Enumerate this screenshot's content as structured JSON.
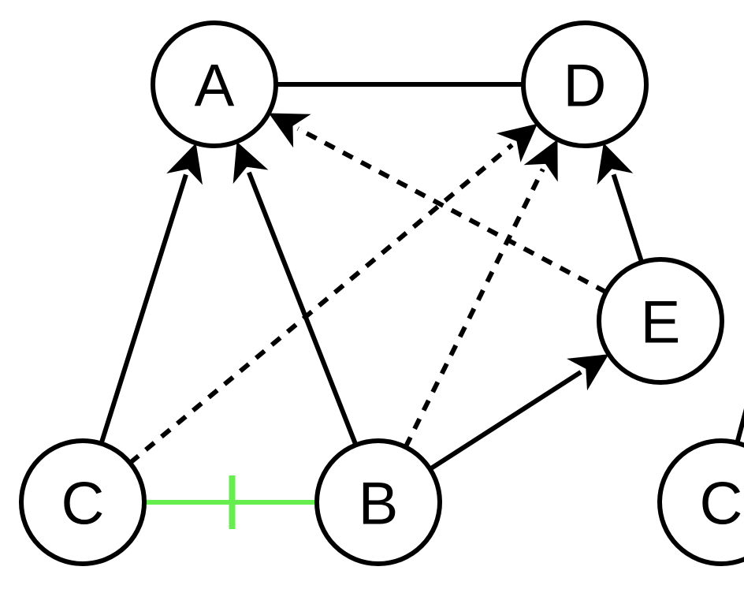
{
  "diagram": {
    "colors": {
      "stroke": "#000000",
      "node_fill": "#ffffff",
      "highlight": "#66ee4f"
    },
    "nodes": [
      {
        "id": "A",
        "label": "A"
      },
      {
        "id": "D",
        "label": "D"
      },
      {
        "id": "E",
        "label": "E"
      },
      {
        "id": "C",
        "label": "C"
      },
      {
        "id": "B",
        "label": "B"
      },
      {
        "id": "C2",
        "label": "C"
      }
    ],
    "edges": [
      {
        "from": "A",
        "to": "D",
        "style": "solid",
        "arrow": false
      },
      {
        "from": "C",
        "to": "A",
        "style": "solid",
        "arrow": true
      },
      {
        "from": "B",
        "to": "A",
        "style": "solid",
        "arrow": true
      },
      {
        "from": "E",
        "to": "A",
        "style": "dashed",
        "arrow": true
      },
      {
        "from": "C",
        "to": "D",
        "style": "dashed",
        "arrow": true
      },
      {
        "from": "B",
        "to": "D",
        "style": "dashed",
        "arrow": true
      },
      {
        "from": "E",
        "to": "D",
        "style": "solid",
        "arrow": true
      },
      {
        "from": "B",
        "to": "E",
        "style": "solid",
        "arrow": true
      },
      {
        "from": "C",
        "to": "B",
        "style": "highlight",
        "arrow": false,
        "tick": true
      },
      {
        "from": "C2",
        "to": "offscreen",
        "style": "solid",
        "arrow": false
      }
    ]
  }
}
